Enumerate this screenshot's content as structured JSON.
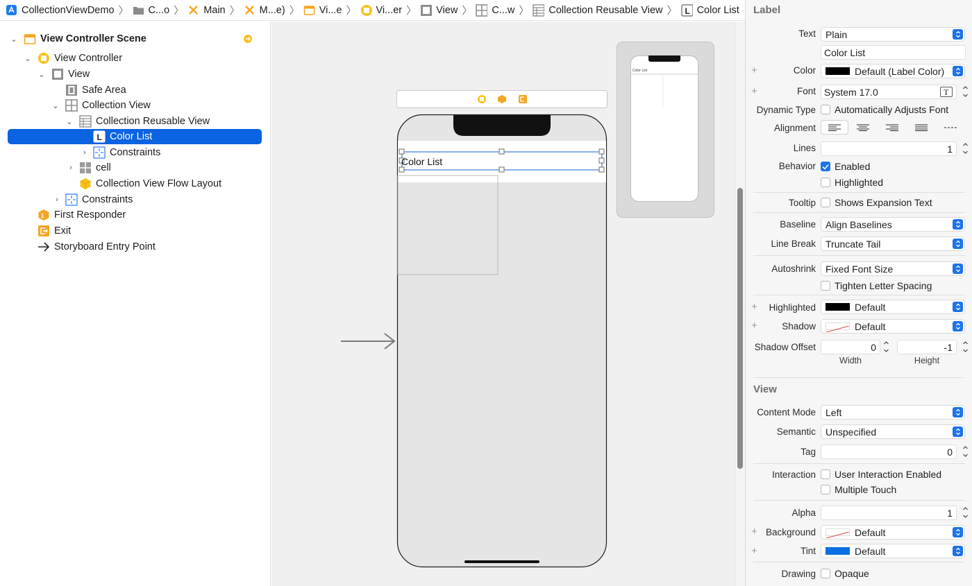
{
  "breadcrumb": {
    "items": [
      {
        "label": "CollectionViewDemo",
        "icon": "app-project-icon"
      },
      {
        "label": "C...o",
        "icon": "folder-icon"
      },
      {
        "label": "Main",
        "icon": "storyboard-icon"
      },
      {
        "label": "M...e)",
        "icon": "storyboard-icon"
      },
      {
        "label": "Vi...e",
        "icon": "scene-icon"
      },
      {
        "label": "Vi...er",
        "icon": "view-controller-icon"
      },
      {
        "label": "View",
        "icon": "view-icon"
      },
      {
        "label": "C...w",
        "icon": "collection-view-icon"
      },
      {
        "label": "Collection Reusable View",
        "icon": "reusable-view-icon"
      },
      {
        "label": "Color List",
        "icon": "label-icon"
      }
    ]
  },
  "outline": {
    "items": [
      {
        "label": "View Controller Scene",
        "icon": "scene-icon",
        "disclosure": "open"
      },
      {
        "label": "View Controller",
        "icon": "view-controller-icon",
        "disclosure": "open"
      },
      {
        "label": "View",
        "icon": "view-icon",
        "disclosure": "open"
      },
      {
        "label": "Safe Area",
        "icon": "safe-area-icon",
        "disclosure": "none"
      },
      {
        "label": "Collection View",
        "icon": "collection-view-icon",
        "disclosure": "open"
      },
      {
        "label": "Collection Reusable View",
        "icon": "reusable-view-icon",
        "disclosure": "open"
      },
      {
        "label": "Color List",
        "icon": "label-icon",
        "disclosure": "none",
        "selected": true
      },
      {
        "label": "Constraints",
        "icon": "constraints-icon",
        "disclosure": "closed"
      },
      {
        "label": "cell",
        "icon": "collection-view-icon",
        "disclosure": "closed"
      },
      {
        "label": "Collection View Flow Layout",
        "icon": "flow-layout-icon",
        "disclosure": "none"
      },
      {
        "label": "Constraints",
        "icon": "constraints-icon",
        "disclosure": "closed"
      },
      {
        "label": "First Responder",
        "icon": "first-responder-icon",
        "disclosure": "none"
      },
      {
        "label": "Exit",
        "icon": "exit-icon",
        "disclosure": "none"
      },
      {
        "label": "Storyboard Entry Point",
        "icon": "entry-arrow-icon",
        "disclosure": "none"
      }
    ]
  },
  "canvas": {
    "label_text": "Color List",
    "mini_label_text": "Color List"
  },
  "inspector": {
    "label_section": {
      "title": "Label",
      "text_label": "Text",
      "text_type": "Plain",
      "text_value": "Color List",
      "color_label": "Color",
      "color_value": "Default (Label Color)",
      "font_label": "Font",
      "font_value": "System 17.0",
      "dynamic_type_label": "Dynamic Type",
      "dynamic_type_option": "Automatically Adjusts Font",
      "alignment_label": "Alignment",
      "lines_label": "Lines",
      "lines_value": "1",
      "behavior_label": "Behavior",
      "enabled_label": "Enabled",
      "highlighted_label": "Highlighted",
      "tooltip_label": "Tooltip",
      "tooltip_option": "Shows Expansion Text",
      "baseline_label": "Baseline",
      "baseline_value": "Align Baselines",
      "line_break_label": "Line Break",
      "line_break_value": "Truncate Tail",
      "autoshrink_label": "Autoshrink",
      "autoshrink_value": "Fixed Font Size",
      "tighten_label": "Tighten Letter Spacing",
      "highlighted_color_label": "Highlighted",
      "highlighted_color_value": "Default",
      "shadow_label": "Shadow",
      "shadow_value": "Default",
      "shadow_offset_label": "Shadow Offset",
      "shadow_width_value": "0",
      "shadow_height_value": "-1",
      "width_caption": "Width",
      "height_caption": "Height"
    },
    "view_section": {
      "title": "View",
      "content_mode_label": "Content Mode",
      "content_mode_value": "Left",
      "semantic_label": "Semantic",
      "semantic_value": "Unspecified",
      "tag_label": "Tag",
      "tag_value": "0",
      "interaction_label": "Interaction",
      "user_interaction_label": "User Interaction Enabled",
      "multiple_touch_label": "Multiple Touch",
      "alpha_label": "Alpha",
      "alpha_value": "1",
      "background_label": "Background",
      "background_value": "Default",
      "tint_label": "Tint",
      "tint_value": "Default",
      "drawing_label": "Drawing",
      "opaque_label": "Opaque"
    }
  },
  "colors": {
    "selection_blue": "#0a63e0",
    "accent_blue": "#1e73e8",
    "storyboard_orange": "#f5a623",
    "vc_yellow": "#f8c21c",
    "tint_swatch": "#0a6fe0"
  }
}
